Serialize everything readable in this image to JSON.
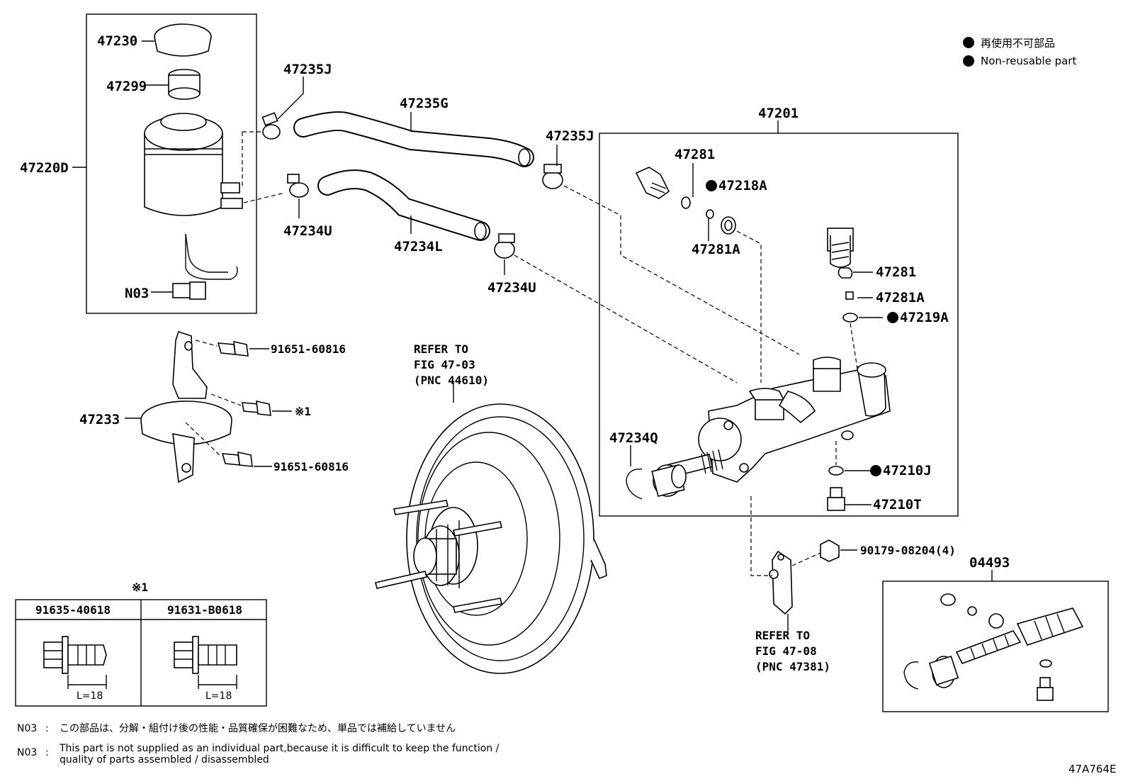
{
  "legend": {
    "jp": "再使用不可部品",
    "en": "Non-reusable part"
  },
  "labels": {
    "l47230": "47230",
    "l47299": "47299",
    "l47220D": "47220D",
    "lN03": "N03",
    "l47235J_a": "47235J",
    "l47235G": "47235G",
    "l47235J_b": "47235J",
    "l47234U_a": "47234U",
    "l47234L": "47234L",
    "l47234U_b": "47234U",
    "l47201": "47201",
    "l47281_a": "47281",
    "l47218A": "47218A",
    "l47281A_a": "47281A",
    "l47281_b": "47281",
    "l47281A_b": "47281A",
    "l47219A": "47219A",
    "l47234Q": "47234Q",
    "l47210J": "47210J",
    "l47210T": "47210T",
    "l90179": "90179-08204(4)",
    "l04493": "04493",
    "l91651_a": "91651-60816",
    "l91651_b": "91651-60816",
    "l47233": "47233",
    "lx1": "※1",
    "refer1": [
      "REFER TO",
      "FIG 47-03",
      "(PNC 44610)"
    ],
    "refer2": [
      "REFER TO",
      "FIG 47-08",
      "(PNC 47381)"
    ],
    "x1_title": "※1"
  },
  "table": {
    "col1": "91635-40618",
    "col2": "91631-B0618",
    "len1": "L=18",
    "len2": "L=18"
  },
  "notes": {
    "n1_code": "N03",
    "n1_sep": ":",
    "n1_text": "この部品は、分解・組付け後の性能・品質確保が困難なため、単品では補給していません",
    "n2_code": "N03",
    "n2_sep": ":",
    "n2_line1": "This part is not supplied as an individual part,because it is difficult to keep the function /",
    "n2_line2": "quality of parts assembled / disassembled"
  },
  "figure_id": "47A764E"
}
